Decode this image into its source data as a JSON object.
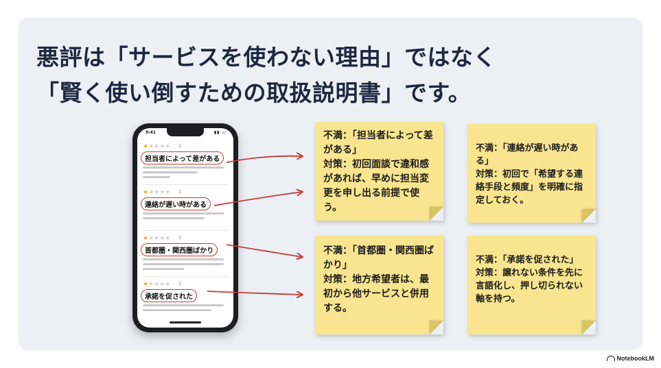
{
  "headline": {
    "line1": "悪評は「サービスを使わない理由」ではなく",
    "line2": "「賢く使い倒すための取扱説明書」です。"
  },
  "phone": {
    "time": "9:41",
    "reviews": [
      {
        "rating_number": "2",
        "stars": 1,
        "title": "担当者によって差がある"
      },
      {
        "rating_number": "2",
        "stars": 1,
        "title": "連絡が遅い時がある"
      },
      {
        "rating_number": "2",
        "stars": 1,
        "title": "首都圏・関西圏ばかり"
      },
      {
        "rating_number": "2",
        "stars": 1,
        "title": "承諾を促された"
      }
    ]
  },
  "notes": [
    {
      "complaint": "不満：「担当者によって差がある」",
      "action": "対策：初回面談で違和感があれば、早めに担当変更を申し出る前提で使う。"
    },
    {
      "complaint": "不満：「連絡が遅い時がある」",
      "action": "対策：初回で「希望する連絡手段と頻度」を明確に指定しておく。"
    },
    {
      "complaint": "不満：「首都圏・関西圏ばかり」",
      "action": "対策：地方希望者は、最初から他サービスと併用する。"
    },
    {
      "complaint": "不満：「承諾を促された」",
      "action": "対策：譲れない条件を先に言語化し、押し切られない軸を持つ。"
    }
  ],
  "brand": "NotebookLM",
  "colors": {
    "note": "#f9e58f",
    "arrow": "#c43a33",
    "slide_bg": "#ecf0f5",
    "headline": "#1d2740"
  }
}
